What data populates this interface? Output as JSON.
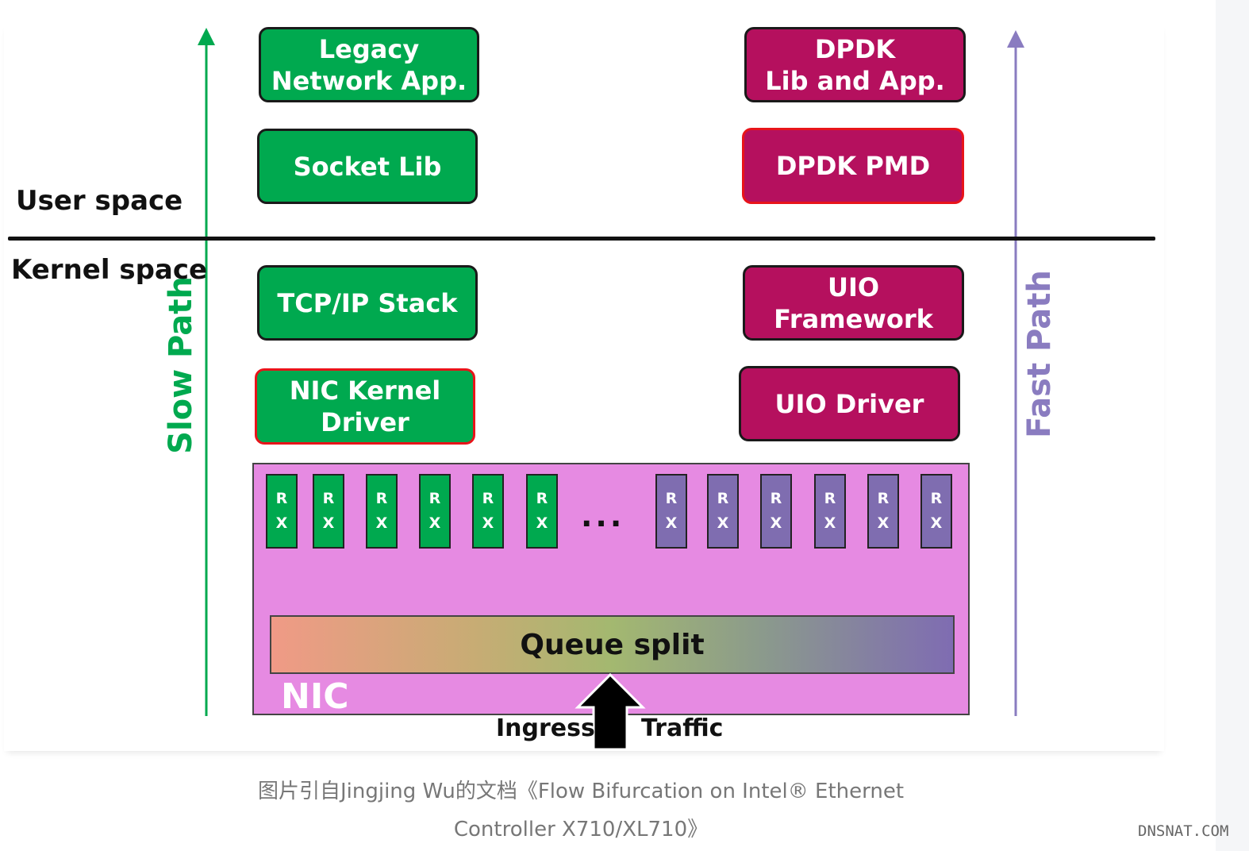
{
  "diagram": {
    "user_space_label": "User space",
    "kernel_space_label": "Kernel space",
    "slow_path_label": "Slow Path",
    "fast_path_label": "Fast Path",
    "slow_path": {
      "legacy_app": "Legacy\nNetwork App.",
      "socket_lib": "Socket Lib",
      "tcp_ip_stack": "TCP/IP Stack",
      "nic_kernel_driver": "NIC Kernel\nDriver"
    },
    "fast_path": {
      "dpdk_app": "DPDK\nLib and App.",
      "dpdk_pmd": "DPDK PMD",
      "uio_framework": "UIO\nFramework",
      "uio_driver": "UIO Driver"
    },
    "nic": {
      "label": "NIC",
      "queue_split": "Queue split",
      "ellipsis": "...",
      "rx_top": "R",
      "rx_bottom": "X",
      "ingress": "Ingress",
      "traffic": "Traffic"
    },
    "colors": {
      "slow_path": "#00a94f",
      "fast_path": "#b5105e",
      "fast_arrow": "#8a7cc0",
      "blue_distribution": "#1a73c9",
      "nic_background": "#e68ae2",
      "highlight_border": "#e8141a"
    }
  },
  "caption": {
    "line1": "图片引自Jingjing Wu的文档《Flow Bifurcation on Intel® Ethernet",
    "line2": "Controller X710/XL710》"
  },
  "watermark": "DNSNAT.COM"
}
